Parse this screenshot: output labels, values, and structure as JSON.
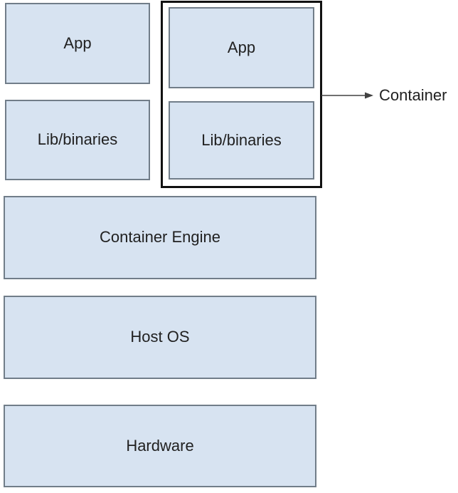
{
  "diagram": {
    "description": "Container architecture stack diagram",
    "boxes": [
      {
        "id": "app-left",
        "label": "App"
      },
      {
        "id": "lib-left",
        "label": "Lib/binaries"
      },
      {
        "id": "app-container",
        "label": "App"
      },
      {
        "id": "lib-container",
        "label": "Lib/binaries"
      },
      {
        "id": "container-engine",
        "label": "Container Engine"
      },
      {
        "id": "host-os",
        "label": "Host OS"
      },
      {
        "id": "hardware",
        "label": "Hardware"
      }
    ],
    "annotation": {
      "label": "Container"
    }
  },
  "colors": {
    "box_fill": "#d7e3f1",
    "box_border": "#717d89",
    "container_border": "#111111",
    "arrow": "#424242",
    "text": "#212121"
  }
}
